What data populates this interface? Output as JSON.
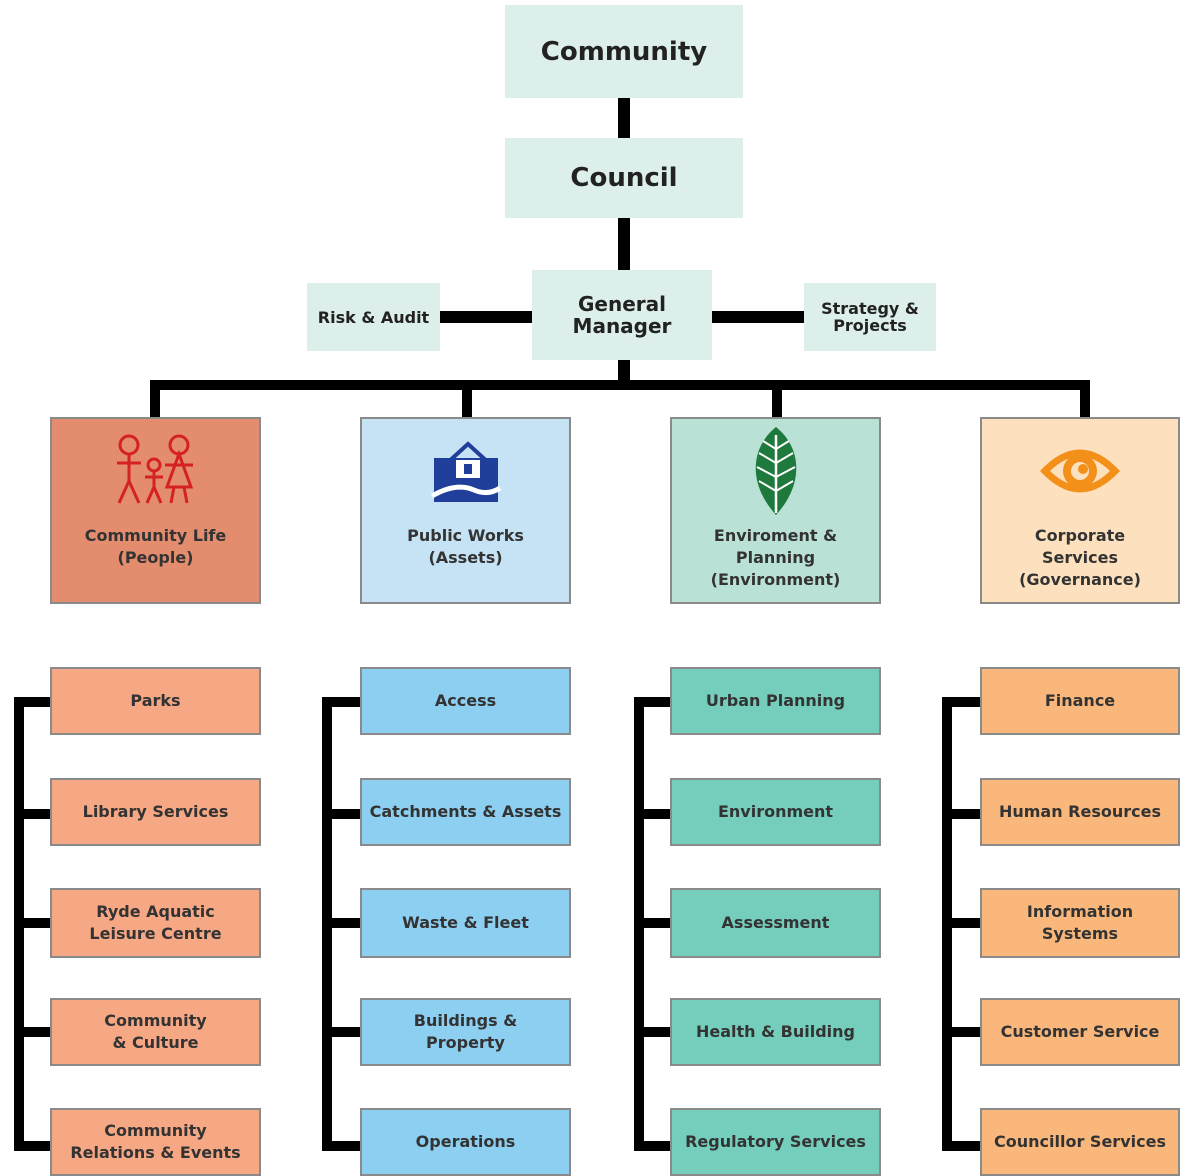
{
  "top": {
    "community": "Community",
    "council": "Council",
    "general_manager": "General\nManager"
  },
  "side": {
    "risk_audit": "Risk & Audit",
    "strategy_projects": "Strategy &\nProjects"
  },
  "departments": [
    {
      "label": "Community Life\n(People)",
      "color": "#e38c6e",
      "icon": "people-icon"
    },
    {
      "label": "Public Works\n(Assets)",
      "color": "#c6e3f6",
      "icon": "house-icon"
    },
    {
      "label": "Enviroment &\nPlanning\n(Environment)",
      "color": "#b9e1d6",
      "icon": "leaf-icon"
    },
    {
      "label": "Corporate\nServices\n(Governance)",
      "color": "#fde0bd",
      "icon": "eye-icon"
    }
  ],
  "units": {
    "people": [
      "Parks",
      "Library Services",
      "Ryde Aquatic\nLeisure Centre",
      "Community\n& Culture",
      "Community\nRelations & Events"
    ],
    "assets": [
      "Access",
      "Catchments & Assets",
      "Waste & Fleet",
      "Buildings &\nProperty",
      "Operations"
    ],
    "environment": [
      "Urban Planning",
      "Environment",
      "Assessment",
      "Health & Building",
      "Regulatory Services"
    ],
    "governance": [
      "Finance",
      "Human Resources",
      "Information\nSystems",
      "Customer Service",
      "Councillor Services"
    ]
  },
  "colors": {
    "top_box": "#dcefeb",
    "people": "#f6a784",
    "assets": "#8dcff1",
    "environment": "#75cdbc",
    "governance": "#f9b77c"
  }
}
